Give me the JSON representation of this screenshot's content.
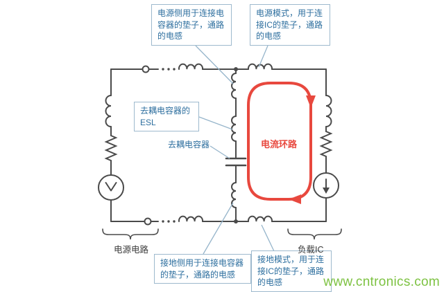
{
  "callouts": {
    "power_side_pad": "电源侧用于连接电容器的垫子，通路的电感",
    "power_mode_ic_pad": "电源模式，用于连接IC的垫子，通路的电感",
    "esl": "去耦电容器的ESL",
    "decoupling_cap": "去耦电容器",
    "ground_side_pad": "接地侧用于连接电容器的垫子，通路的电感",
    "ground_mode_ic_pad": "接地模式，用于连接IC的垫子，通路的电感"
  },
  "diagram": {
    "current_loop_label": "电流环路",
    "power_circuit_label": "电源电路",
    "load_ic_label": "负载IC"
  },
  "watermark": "www.cntronics.com",
  "colors": {
    "loop_red": "#e8483e",
    "callout_blue": "#2c6e9e",
    "callout_border": "#9db9cd",
    "wire_gray": "#4a4a4a",
    "connector_line": "#96b5cb",
    "watermark_green": "#7dc242"
  }
}
